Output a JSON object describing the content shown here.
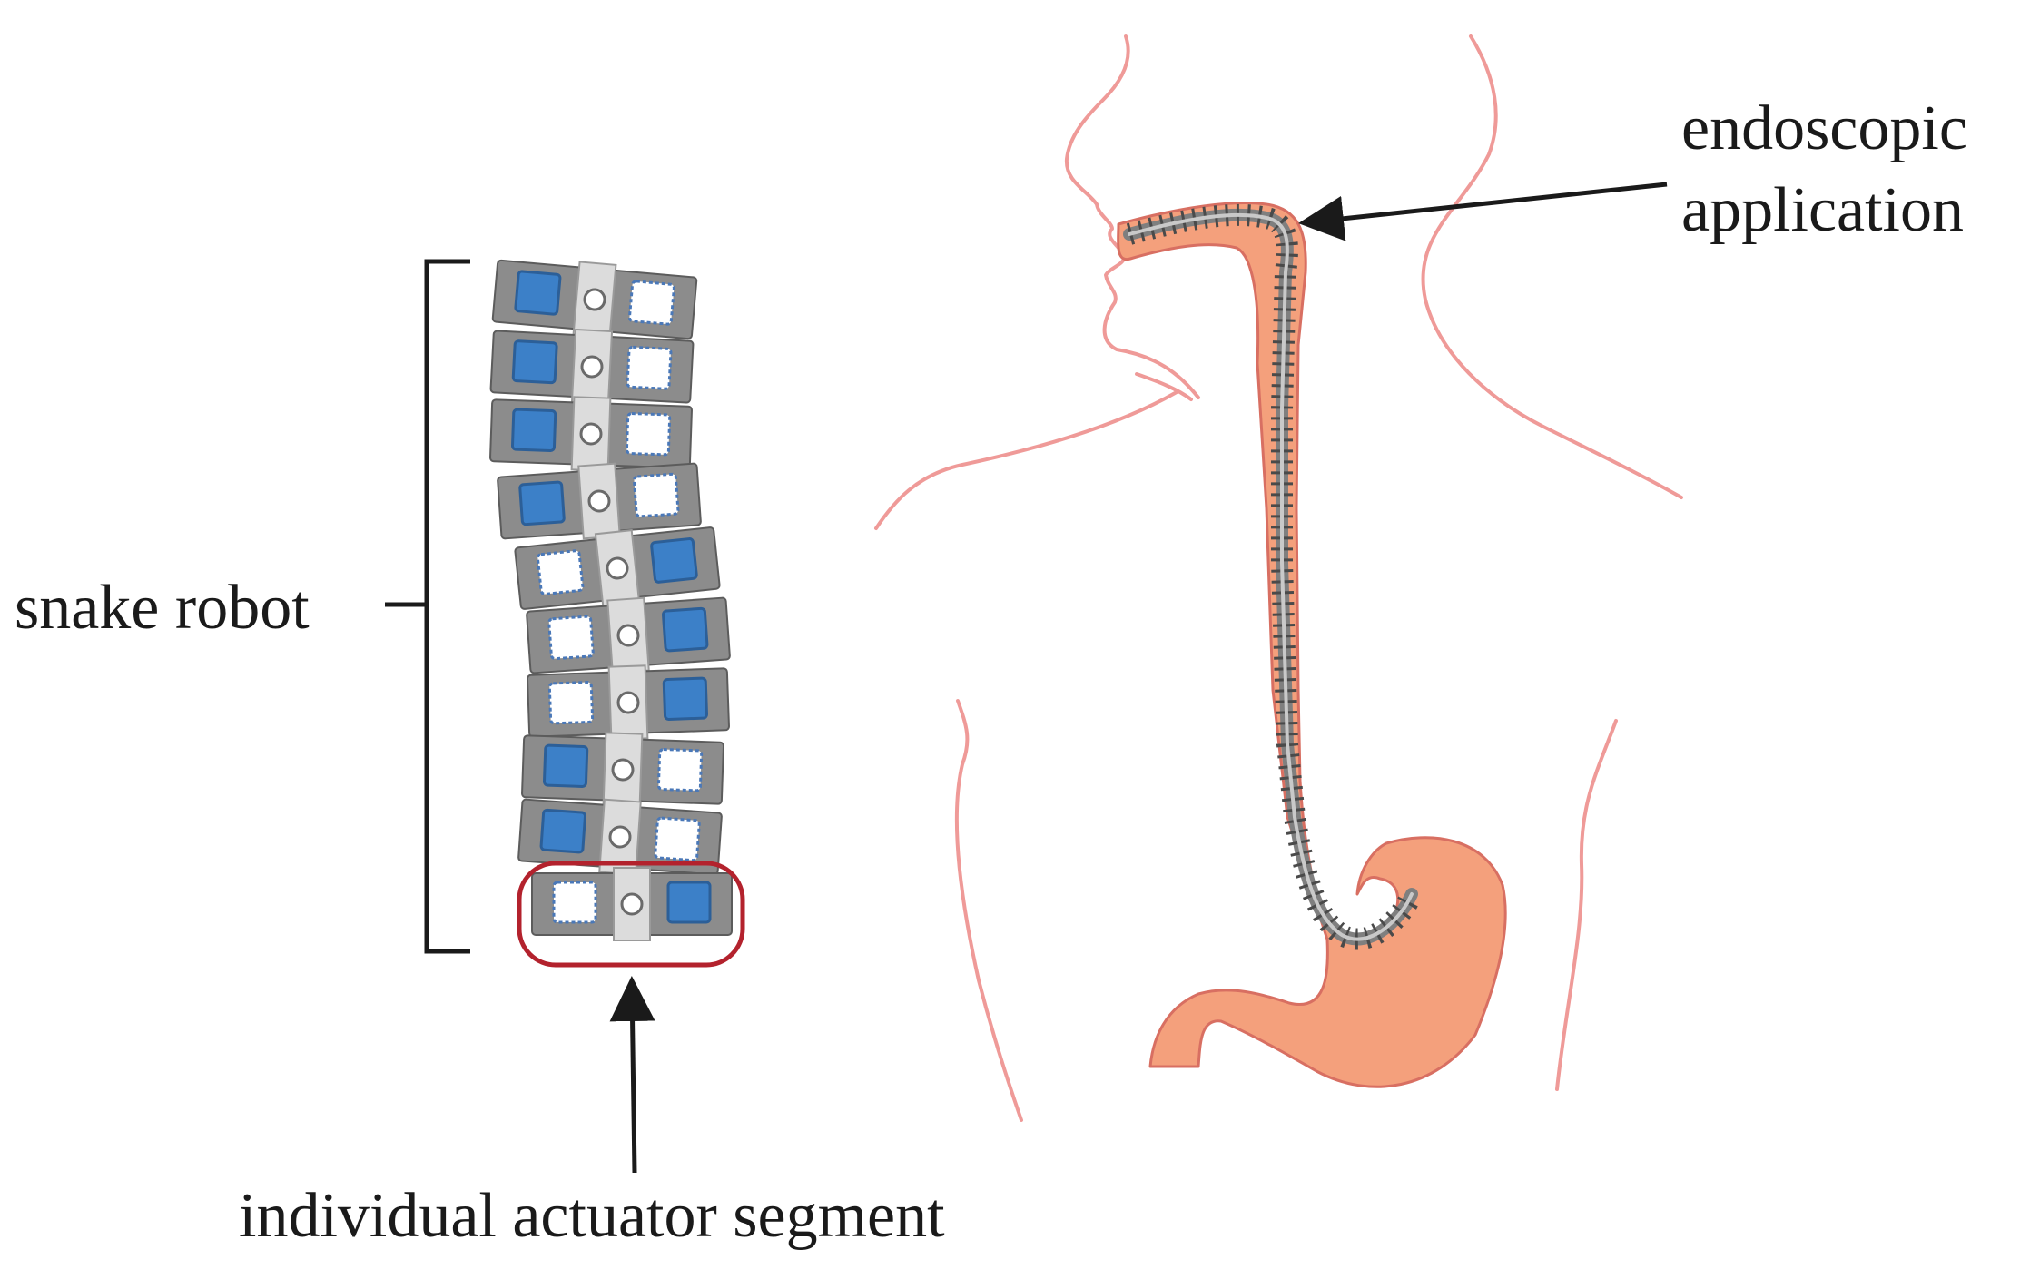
{
  "labels": {
    "snake_robot": "snake robot",
    "individual_actuator_segment": "individual actuator segment",
    "endoscopic_line1": "endoscopic",
    "endoscopic_line2": "application"
  },
  "robot": {
    "segment_count": 10,
    "active_sides": [
      "left",
      "left",
      "left",
      "left",
      "right",
      "right",
      "right",
      "left",
      "left",
      "right"
    ],
    "highlighted_segment": 10
  },
  "colors": {
    "actuator_active": "#3c80c8",
    "actuator_inactive": "#ffffff",
    "frame": "#8c8c8c",
    "spine": "#dcdcdc",
    "highlight": "#b3222d",
    "body_outline": "#ef9a98",
    "esophagus_fill": "#f4a07c",
    "esophagus_outline": "#d86f62",
    "endoscope": "#7f7f7f",
    "arrow": "#1a1a1a"
  }
}
